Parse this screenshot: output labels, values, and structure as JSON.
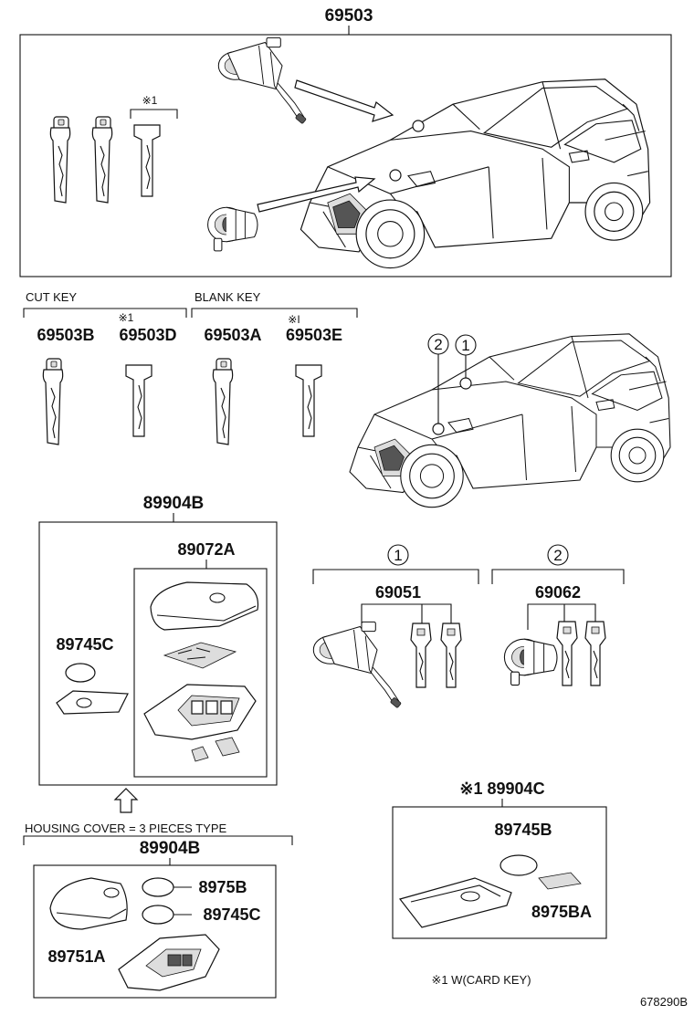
{
  "labels": {
    "top_assembly": "69503",
    "cut_key_header": "CUT KEY",
    "blank_key_header": "BLANK KEY",
    "note_mark": "※1",
    "note_mark_alt": "※I",
    "key_cut_regular": "69503B",
    "key_cut_card": "69503D",
    "key_blank_regular": "69503A",
    "key_blank_card": "69503E",
    "callout_1": "1",
    "callout_2": "2",
    "transmitter_assy": "89904B",
    "case_sub_assy": "89072A",
    "battery_main": "89745C",
    "ignition_cylinder_set": "69051",
    "door_cylinder_set": "69062",
    "card_key_assy": "※1 89904C",
    "card_battery": "89745B",
    "card_cover": "8975BA",
    "housing_note": "HOUSING COVER = 3 PIECES TYPE",
    "housing_assy": "89904B",
    "housing_cover_part": "8975B",
    "housing_battery": "89745C",
    "housing_case": "89751A",
    "footnote": "※1 W(CARD KEY)",
    "diagram_code": "678290B"
  }
}
